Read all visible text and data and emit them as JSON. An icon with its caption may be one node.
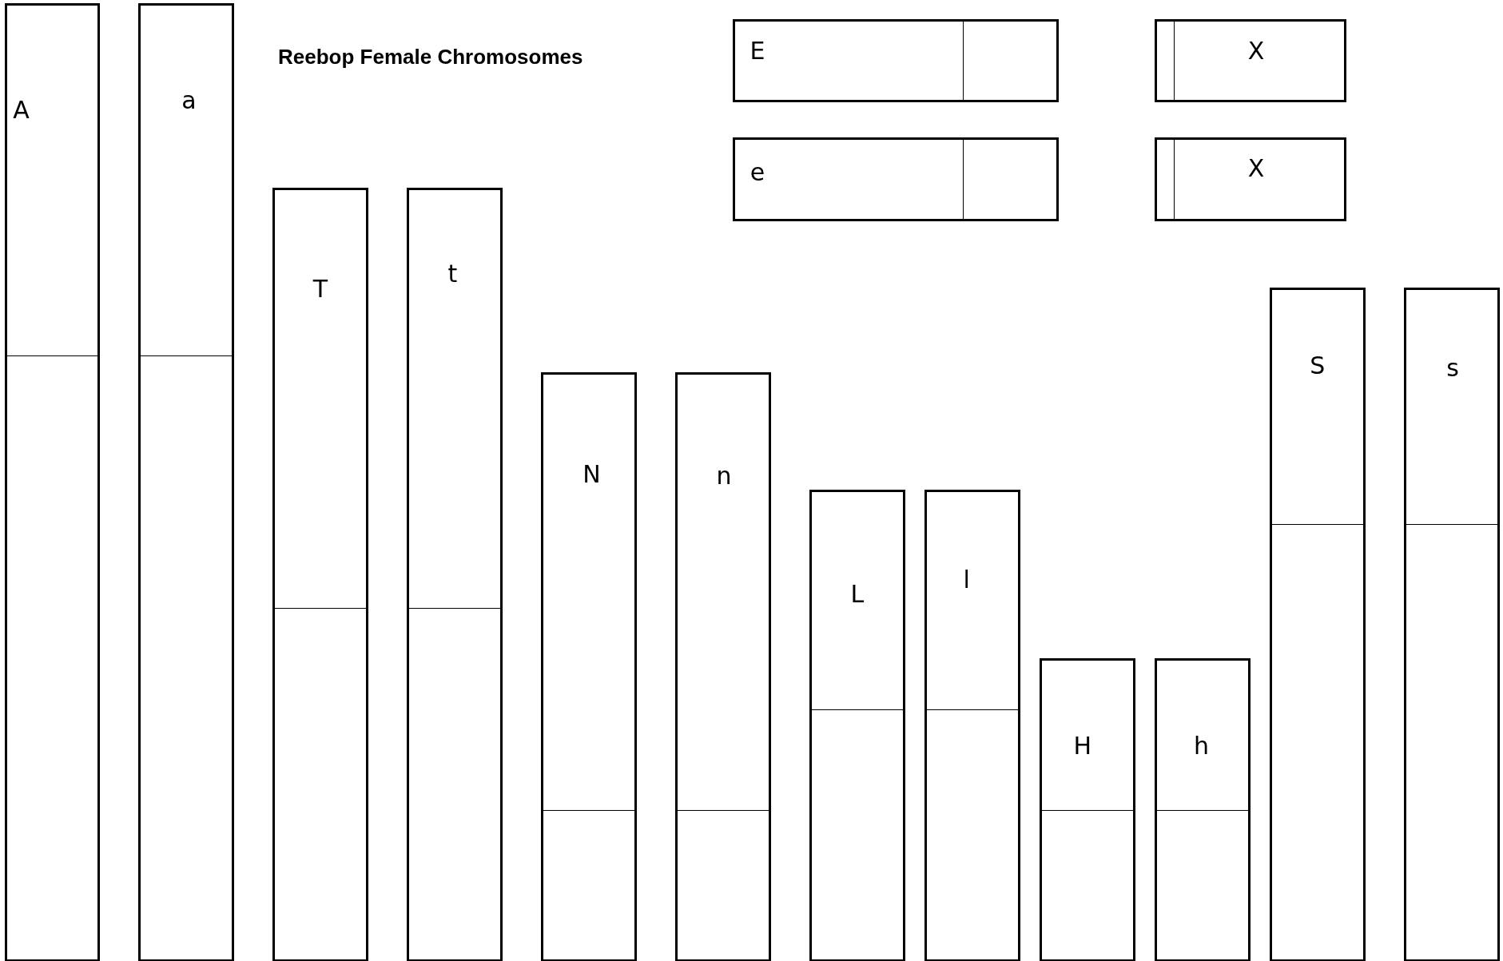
{
  "diagram": {
    "title": "Reebop Female Chromosomes",
    "nodes": [
      {
        "text": [
          "A"
        ]
      },
      {
        "text": [
          "a"
        ]
      },
      {
        "text": [
          "E"
        ]
      },
      {
        "text": [
          "X"
        ]
      },
      {
        "text": [
          "e"
        ]
      },
      {
        "text": [
          "X"
        ]
      },
      {
        "text": [
          "T"
        ]
      },
      {
        "text": [
          "t"
        ]
      },
      {
        "text": [
          "S"
        ]
      },
      {
        "text": [
          "s"
        ]
      },
      {
        "text": [
          "N"
        ]
      },
      {
        "text": [
          "n"
        ]
      },
      {
        "text": [
          "L"
        ]
      },
      {
        "text": [
          "l"
        ]
      },
      {
        "text": [
          "H"
        ]
      },
      {
        "text": [
          "h"
        ]
      }
    ]
  }
}
